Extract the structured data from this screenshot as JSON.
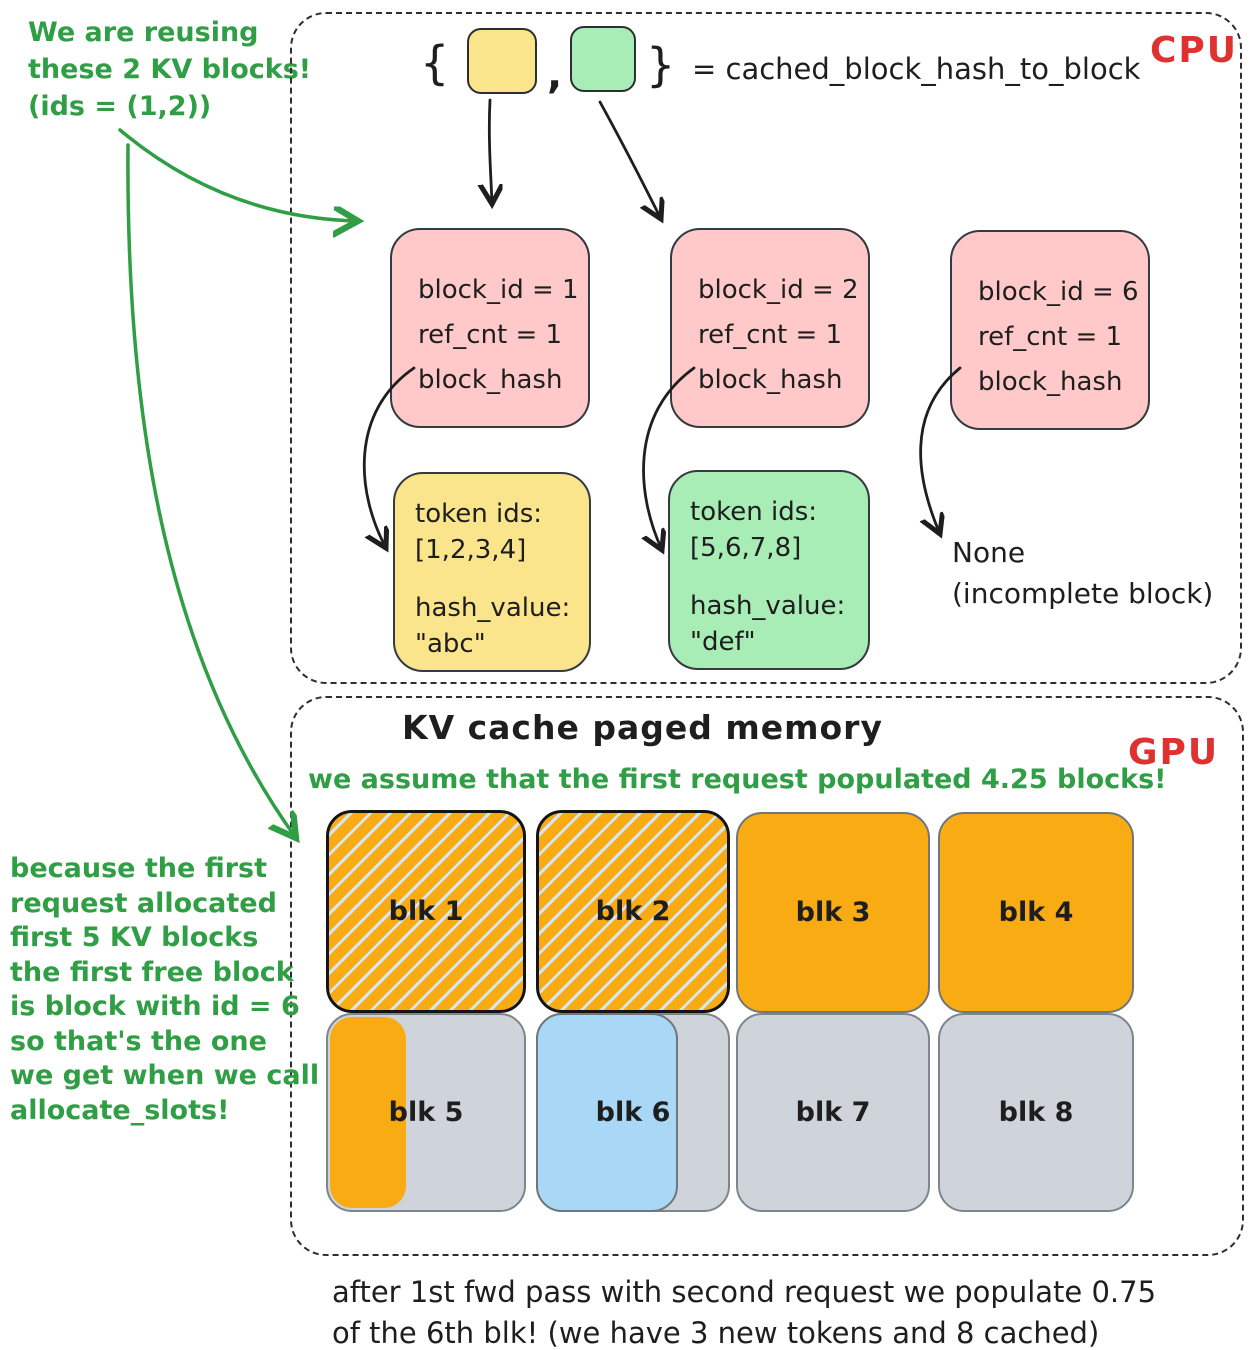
{
  "colors": {
    "green_annotation": "#2f9e44",
    "red_label": "#e03131",
    "ink": "#1e1e1e",
    "pink_fill": "#ffc9c9",
    "yellow_fill": "#fae58d",
    "green_fill": "#a8edb5",
    "orange_fill": "#f9ab13",
    "blue_fill": "#a9d8f7",
    "gray_fill": "#ced4da",
    "hatch_stripe": "#d5e6f0"
  },
  "notes": {
    "reuse": "We are reusing\nthese 2 KV blocks!\n(ids = (1,2))",
    "because": "because the first\nrequest allocated\nfirst 5 KV blocks\nthe first free block\nis block with id = 6\nso that's the one\nwe get when we call\nallocate_slots!",
    "assume": "we assume that the first request populated 4.25 blocks!",
    "after": "after 1st fwd pass with second request we populate 0.75\nof the 6th blk! (we have 3 new tokens and 8 cached)",
    "none": "None\n(incomplete block)"
  },
  "cpu": {
    "label": "CPU",
    "expr": {
      "open_brace": "{",
      "comma": ",",
      "close_brace": "}",
      "equals_text": "= cached_block_hash_to_block"
    },
    "block_meta": [
      {
        "lines": "block_id = 1\nref_cnt = 1\nblock_hash"
      },
      {
        "lines": "block_id = 2\nref_cnt = 1\nblock_hash"
      },
      {
        "lines": "block_id = 6\nref_cnt = 1\nblock_hash"
      }
    ],
    "token_boxes": [
      {
        "token_label": "token ids:",
        "token_ids": "[1,2,3,4]",
        "hash_label": "hash_value:",
        "hash_value": "\"abc\""
      },
      {
        "token_label": "token ids:",
        "token_ids": "[5,6,7,8]",
        "hash_label": "hash_value:",
        "hash_value": "\"def\""
      }
    ]
  },
  "gpu": {
    "label": "GPU",
    "title": "KV cache paged memory",
    "blocks": [
      "blk 1",
      "blk 2",
      "blk 3",
      "blk 4",
      "blk 5",
      "blk 6",
      "blk 7",
      "blk 8"
    ]
  }
}
